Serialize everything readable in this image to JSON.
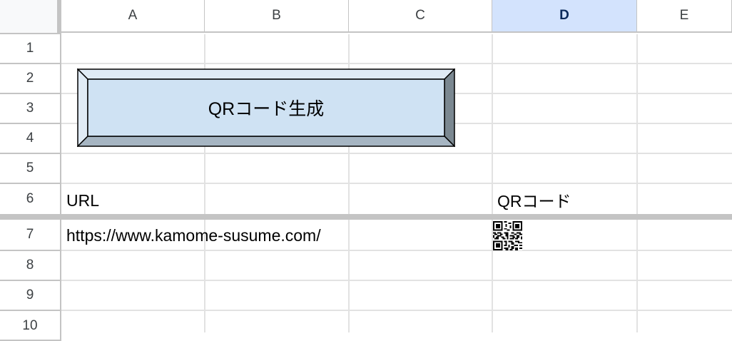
{
  "columns": [
    {
      "id": "A",
      "label": "A",
      "selected": false
    },
    {
      "id": "B",
      "label": "B",
      "selected": false
    },
    {
      "id": "C",
      "label": "C",
      "selected": false
    },
    {
      "id": "D",
      "label": "D",
      "selected": true
    },
    {
      "id": "E",
      "label": "E",
      "selected": false
    }
  ],
  "rows": [
    "1",
    "2",
    "3",
    "4",
    "5",
    "6",
    "7",
    "8",
    "9",
    "10"
  ],
  "frozen_after_row": 6,
  "cells": {
    "A6": "URL",
    "D6": "QRコード",
    "A7": "https://www.kamome-susume.com/"
  },
  "button": {
    "label": "QRコード生成",
    "face_color": "#cfe2f3",
    "top_bevel_color": "#e0ebf5",
    "bottom_bevel_color": "#a6b5c2",
    "right_bevel_color": "#7b8891"
  },
  "qr_image": {
    "cell": "D7",
    "icon": "qr-code-image"
  },
  "colors": {
    "selected_header_bg": "#d3e3fd",
    "selected_header_text": "#0b2a5a",
    "gridline": "#e2e2e2",
    "header_border": "#c4c4c4"
  }
}
